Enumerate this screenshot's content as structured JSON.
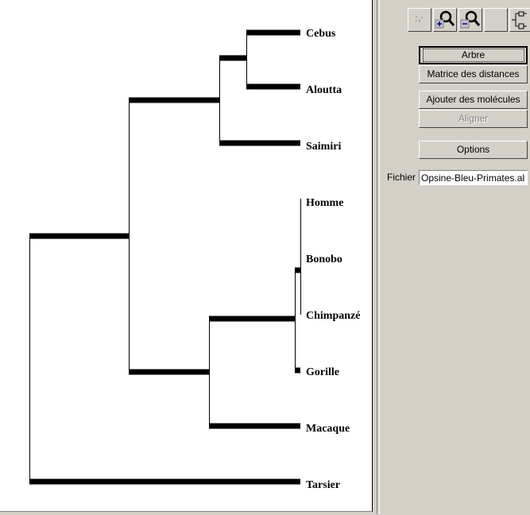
{
  "tree": {
    "leaves": [
      "Cebus",
      "Aloutta",
      "Saimiri",
      "Homme",
      "Bonobo",
      "Chimpanzé",
      "Gorille",
      "Macaque",
      "Tarsier"
    ]
  },
  "toolbar": {
    "icons": [
      "select-icon",
      "zoom-in-icon",
      "zoom-out-icon",
      "blank-icon",
      "tree-layout-icon"
    ]
  },
  "buttons": {
    "arbre": "Arbre",
    "matrice": "Matrice des distances",
    "ajouter": "Ajouter des molécules",
    "aligner": "Aligner",
    "options": "Options"
  },
  "fichier": {
    "label": "Fichier :",
    "value": "Opsine-Bleu-Primates.aln"
  }
}
